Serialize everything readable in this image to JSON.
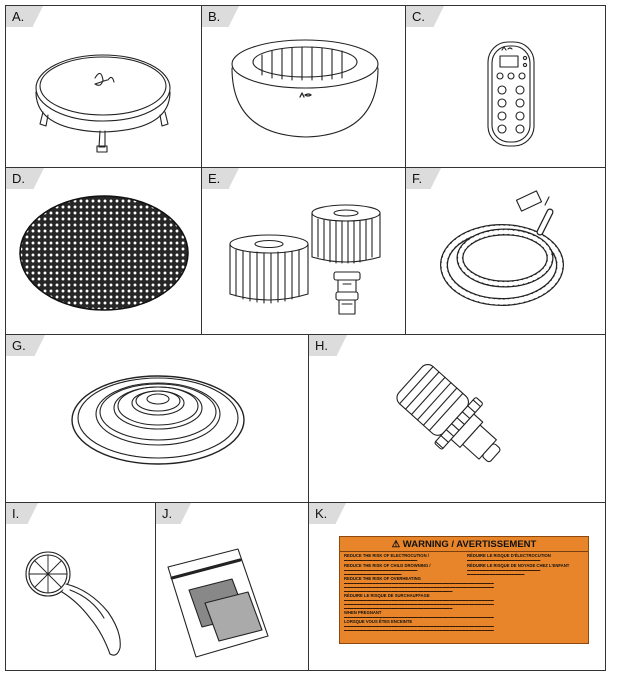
{
  "labels": [
    "A.",
    "B.",
    "C.",
    "D.",
    "E.",
    "F.",
    "G.",
    "H.",
    "I.",
    "J.",
    "K."
  ],
  "warning": {
    "title": "⚠ WARNING / AVERTISSEMENT",
    "sections": [
      {
        "left": "REDUCE THE RISK OF ELECTROCUTION /",
        "right": "RÉDUIRE LE RISQUE D'ÉLECTROCUTION"
      },
      {
        "left": "REDUCE THE RISK OF CHILD DROWNING /",
        "right": "RÉDUIRE LE RISQUE DE NOYADE CHEZ L'ENFANT"
      }
    ],
    "full_sections": [
      "REDUCE THE RISK OF OVERHEATING",
      "RÉDUIRE LE RISQUE DE SURCHAUFFAGE"
    ],
    "bottom_sections": [
      "WHEN PREGNANT",
      "LORSQUE VOUS ÊTES ENCEINTE"
    ]
  }
}
